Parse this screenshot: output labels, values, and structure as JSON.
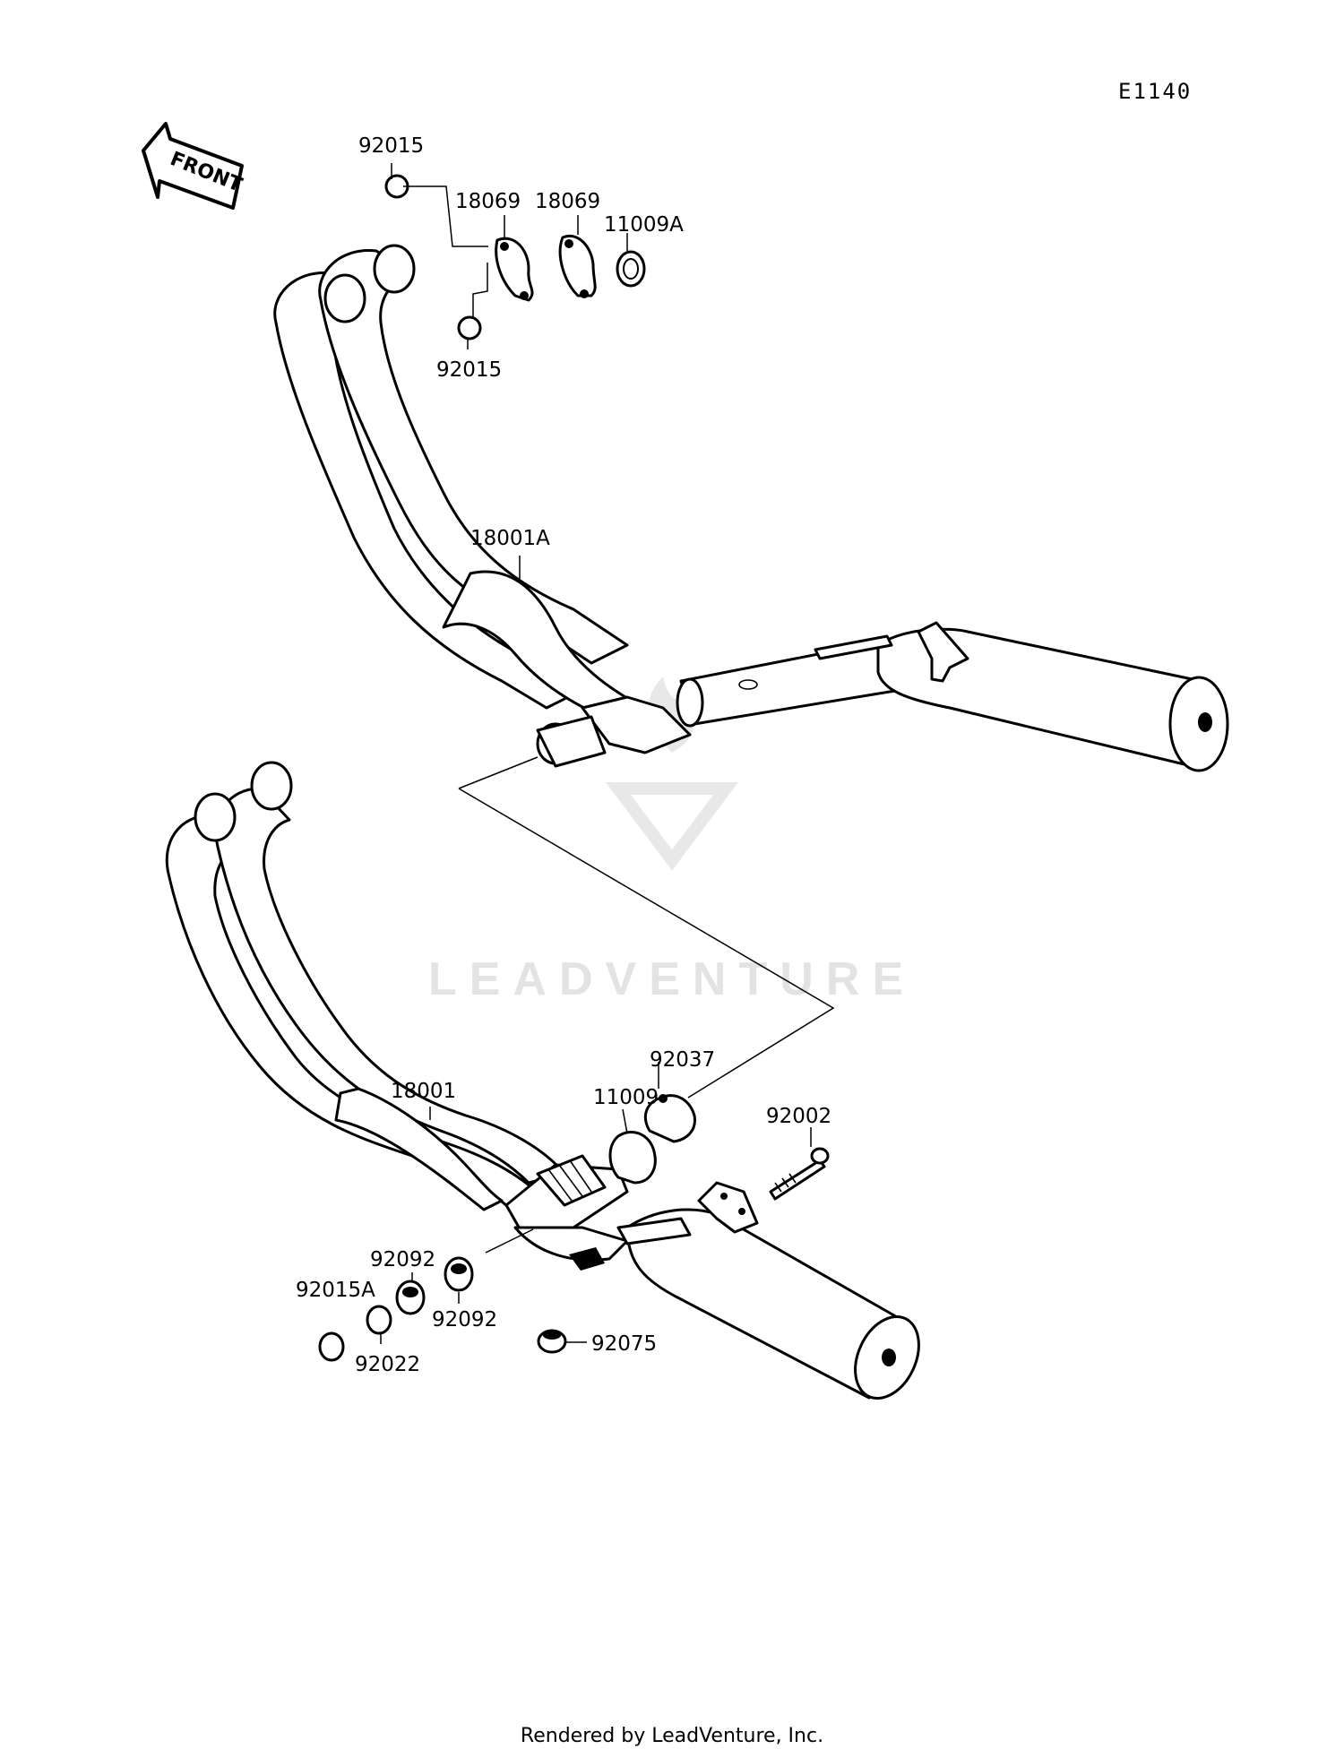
{
  "diagram_code": "E1140",
  "front_arrow_label": "FRONT",
  "watermark": "LEADVENTURE",
  "footer": "Rendered by LeadVenture, Inc.",
  "labels": {
    "p92015_top": "92015",
    "p18069_a": "18069",
    "p18069_b": "18069",
    "p11009A": "11009A",
    "p92015_mid": "92015",
    "p18001A": "18001A",
    "p92037": "92037",
    "p11009": "11009",
    "p92002": "92002",
    "p18001": "18001",
    "p92092_a": "92092",
    "p92092_b": "92092",
    "p92015A": "92015A",
    "p92022": "92022",
    "p92075": "92075"
  }
}
